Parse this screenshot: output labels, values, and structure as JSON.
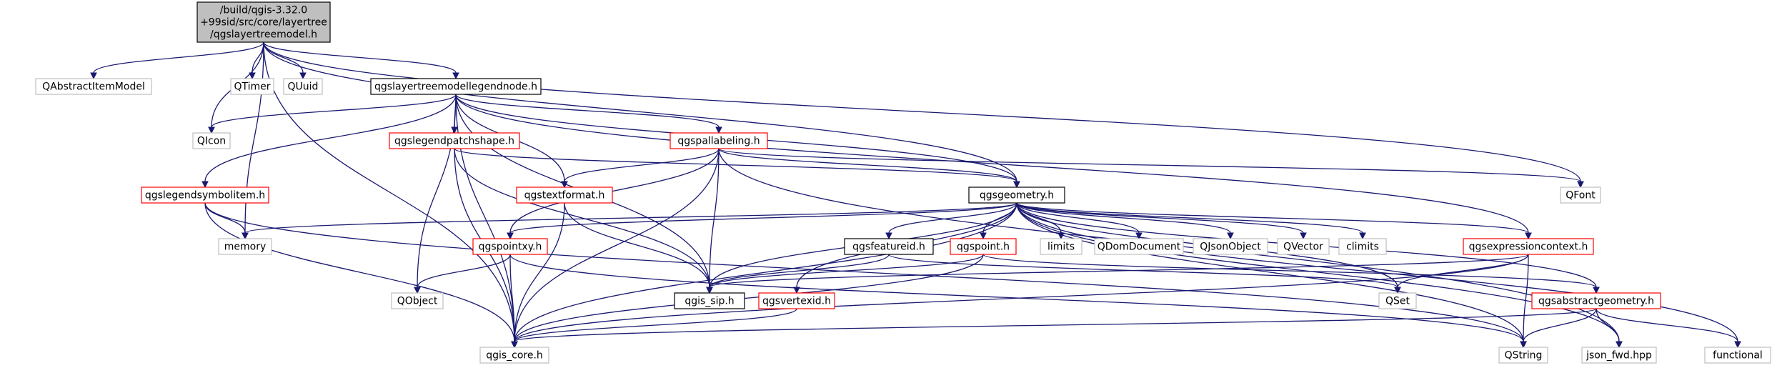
{
  "graph": {
    "nodes": [
      {
        "id": "root",
        "lines": [
          "/build/qgis-3.32.0",
          "+99sid/src/core/layertree",
          "/qgslayertreemodel.h"
        ],
        "kind": "root"
      },
      {
        "id": "qabstractitemmodel",
        "lines": [
          "QAbstractItemModel"
        ],
        "kind": "external"
      },
      {
        "id": "qtimer",
        "lines": [
          "QTimer"
        ],
        "kind": "external"
      },
      {
        "id": "quuid",
        "lines": [
          "QUuid"
        ],
        "kind": "external"
      },
      {
        "id": "legendnode",
        "lines": [
          "qgslayertreemodellegendnode.h"
        ],
        "kind": "documented"
      },
      {
        "id": "qicon",
        "lines": [
          "QIcon"
        ],
        "kind": "external"
      },
      {
        "id": "qfont",
        "lines": [
          "QFont"
        ],
        "kind": "external"
      },
      {
        "id": "legendpatchshape",
        "lines": [
          "qgslegendpatchshape.h"
        ],
        "kind": "incomplete"
      },
      {
        "id": "pallabeling",
        "lines": [
          "qgspallabeling.h"
        ],
        "kind": "incomplete"
      },
      {
        "id": "legendsymbolitem",
        "lines": [
          "qgslegendsymbolitem.h"
        ],
        "kind": "incomplete"
      },
      {
        "id": "textformat",
        "lines": [
          "qgstextformat.h"
        ],
        "kind": "incomplete"
      },
      {
        "id": "geometry",
        "lines": [
          "qgsgeometry.h"
        ],
        "kind": "documented"
      },
      {
        "id": "memory",
        "lines": [
          "memory"
        ],
        "kind": "external"
      },
      {
        "id": "pointxy",
        "lines": [
          "qgspointxy.h"
        ],
        "kind": "incomplete"
      },
      {
        "id": "featureid",
        "lines": [
          "qgsfeatureid.h"
        ],
        "kind": "documented"
      },
      {
        "id": "point",
        "lines": [
          "qgspoint.h"
        ],
        "kind": "incomplete"
      },
      {
        "id": "limits",
        "lines": [
          "limits"
        ],
        "kind": "external"
      },
      {
        "id": "qdomdocument",
        "lines": [
          "QDomDocument"
        ],
        "kind": "external"
      },
      {
        "id": "qjsonobject",
        "lines": [
          "QJsonObject"
        ],
        "kind": "external"
      },
      {
        "id": "qvector",
        "lines": [
          "QVector"
        ],
        "kind": "external"
      },
      {
        "id": "climits",
        "lines": [
          "climits"
        ],
        "kind": "external"
      },
      {
        "id": "expressioncontext",
        "lines": [
          "qgsexpressioncontext.h"
        ],
        "kind": "incomplete"
      },
      {
        "id": "qobject",
        "lines": [
          "QObject"
        ],
        "kind": "external"
      },
      {
        "id": "qgis_sip",
        "lines": [
          "qgis_sip.h"
        ],
        "kind": "documented"
      },
      {
        "id": "vertexid",
        "lines": [
          "qgsvertexid.h"
        ],
        "kind": "incomplete"
      },
      {
        "id": "qset",
        "lines": [
          "QSet"
        ],
        "kind": "external"
      },
      {
        "id": "abstractgeometry",
        "lines": [
          "qgsabstractgeometry.h"
        ],
        "kind": "incomplete"
      },
      {
        "id": "qgis_core",
        "lines": [
          "qgis_core.h"
        ],
        "kind": "external"
      },
      {
        "id": "qstring",
        "lines": [
          "QString"
        ],
        "kind": "external"
      },
      {
        "id": "json_fwd",
        "lines": [
          "json_fwd.hpp"
        ],
        "kind": "external"
      },
      {
        "id": "functional",
        "lines": [
          "functional"
        ],
        "kind": "external"
      }
    ],
    "edges": [
      [
        "root",
        "qabstractitemmodel"
      ],
      [
        "root",
        "qtimer"
      ],
      [
        "root",
        "quuid"
      ],
      [
        "root",
        "legendnode"
      ],
      [
        "root",
        "qicon"
      ],
      [
        "root",
        "qfont"
      ],
      [
        "root",
        "memory"
      ],
      [
        "root",
        "qgis_core"
      ],
      [
        "root",
        "geometry"
      ],
      [
        "legendnode",
        "qicon"
      ],
      [
        "legendnode",
        "legendpatchshape"
      ],
      [
        "legendnode",
        "pallabeling"
      ],
      [
        "legendnode",
        "legendsymbolitem"
      ],
      [
        "legendnode",
        "textformat"
      ],
      [
        "legendnode",
        "geometry"
      ],
      [
        "legendnode",
        "qobject"
      ],
      [
        "legendnode",
        "qgis_sip"
      ],
      [
        "legendnode",
        "qgis_core"
      ],
      [
        "legendnode",
        "expressioncontext"
      ],
      [
        "legendpatchshape",
        "geometry"
      ],
      [
        "legendpatchshape",
        "qgis_core"
      ],
      [
        "legendpatchshape",
        "qgis_sip"
      ],
      [
        "pallabeling",
        "textformat"
      ],
      [
        "pallabeling",
        "geometry"
      ],
      [
        "pallabeling",
        "pointxy"
      ],
      [
        "pallabeling",
        "qgis_sip"
      ],
      [
        "pallabeling",
        "qgis_core"
      ],
      [
        "pallabeling",
        "qfont"
      ],
      [
        "pallabeling",
        "json_fwd"
      ],
      [
        "legendsymbolitem",
        "memory"
      ],
      [
        "legendsymbolitem",
        "qgis_core"
      ],
      [
        "legendsymbolitem",
        "qstring"
      ],
      [
        "textformat",
        "qgis_sip"
      ],
      [
        "textformat",
        "qgis_core"
      ],
      [
        "geometry",
        "memory"
      ],
      [
        "geometry",
        "pointxy"
      ],
      [
        "geometry",
        "featureid"
      ],
      [
        "geometry",
        "point"
      ],
      [
        "geometry",
        "limits"
      ],
      [
        "geometry",
        "qdomdocument"
      ],
      [
        "geometry",
        "qjsonobject"
      ],
      [
        "geometry",
        "qvector"
      ],
      [
        "geometry",
        "climits"
      ],
      [
        "geometry",
        "expressioncontext"
      ],
      [
        "geometry",
        "qgis_sip"
      ],
      [
        "geometry",
        "vertexid"
      ],
      [
        "geometry",
        "qset"
      ],
      [
        "geometry",
        "abstractgeometry"
      ],
      [
        "geometry",
        "qgis_core"
      ],
      [
        "geometry",
        "qstring"
      ],
      [
        "geometry",
        "json_fwd"
      ],
      [
        "geometry",
        "functional"
      ],
      [
        "pointxy",
        "qobject"
      ],
      [
        "pointxy",
        "qgis_core"
      ],
      [
        "pointxy",
        "qstring"
      ],
      [
        "featureid",
        "qgis_sip"
      ],
      [
        "featureid",
        "qset"
      ],
      [
        "point",
        "qgis_sip"
      ],
      [
        "point",
        "qgis_core"
      ],
      [
        "point",
        "abstractgeometry"
      ],
      [
        "expressioncontext",
        "qgis_sip"
      ],
      [
        "expressioncontext",
        "qset"
      ],
      [
        "expressioncontext",
        "qstring"
      ],
      [
        "expressioncontext",
        "qgis_core"
      ],
      [
        "vertexid",
        "qgis_core"
      ],
      [
        "abstractgeometry",
        "qgis_core"
      ],
      [
        "abstractgeometry",
        "qstring"
      ],
      [
        "abstractgeometry",
        "json_fwd"
      ],
      [
        "abstractgeometry",
        "functional"
      ]
    ],
    "colors": {
      "edge": "#191970",
      "root_fill": "#bfbfbf",
      "root_border": "#000000",
      "documented_border": "#000000",
      "incomplete_border": "#ff0000",
      "external_border": "#bfbfbf",
      "external_text": "#000000",
      "node_fill": "#ffffff"
    }
  }
}
